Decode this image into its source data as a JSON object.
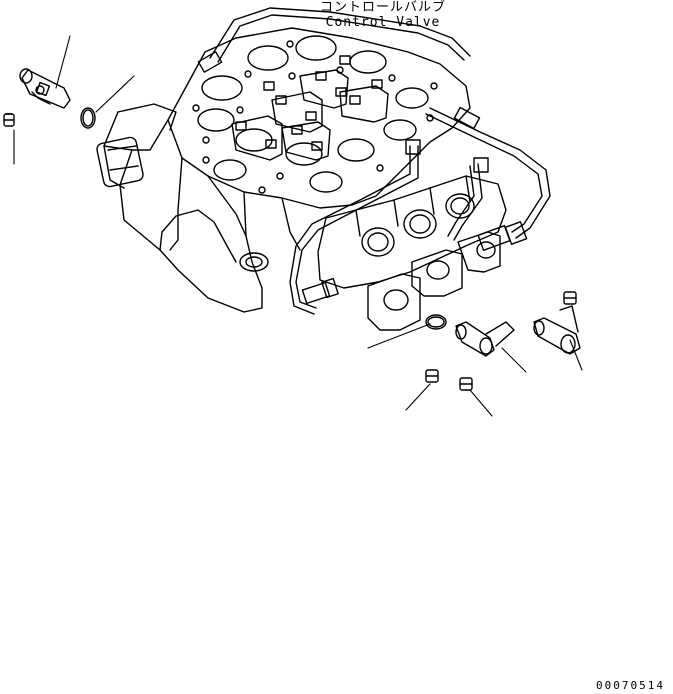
{
  "drawing": {
    "title_jp": "コントロールバルブ",
    "title_en": "Control Valve",
    "figure_code": "00070514"
  },
  "colors": {
    "line": "#000000",
    "background": "#ffffff"
  },
  "parts": [
    "control-valve-body",
    "pilot-pipe",
    "elbow-fitting-left",
    "plug-left",
    "o-ring-left",
    "o-ring-center",
    "elbow-fitting-center",
    "elbow-fitting-right",
    "plug-center-a",
    "plug-center-b",
    "plug-right",
    "leader-lines"
  ]
}
